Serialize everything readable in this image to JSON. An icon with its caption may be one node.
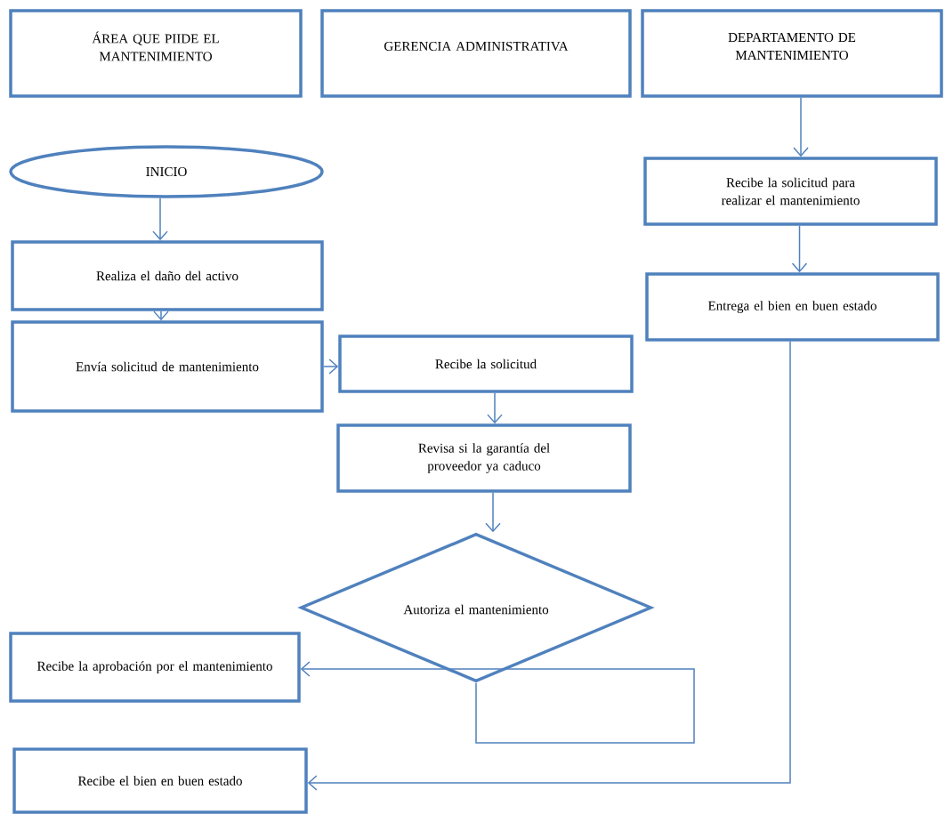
{
  "diagram": {
    "nodes": [
      {
        "text": [
          "ÁREA QUE PIIDE EL MANTENIMIENTO"
        ]
      },
      {
        "text": [
          "GERENCIA ADMINISTRATIVA"
        ]
      },
      {
        "text": [
          "DEPARTAMENTO DE MANTENIMIENTO"
        ]
      },
      {
        "text": [
          "INICIO"
        ]
      },
      {
        "text": [
          "Realiza el daño del activo"
        ]
      },
      {
        "text": [
          "Envía solicitud de mantenimiento"
        ]
      },
      {
        "text": [
          "Recibe la solicitud"
        ]
      },
      {
        "text": [
          "Revisa si la garantía del proveedor ya caduco"
        ]
      },
      {
        "text": [
          "Autoriza el mantenimiento"
        ]
      },
      {
        "text": [
          "Recibe la aprobación por el mantenimiento"
        ]
      },
      {
        "text": [
          "Recibe la solicitud para realizar el mantenimiento"
        ]
      },
      {
        "text": [
          "Entrega el bien en buen estado"
        ]
      },
      {
        "text": [
          "Recibe el bien en buen estado"
        ]
      }
    ],
    "edges": [
      {
        "from": 3,
        "to": 4,
        "arrow": "to"
      },
      {
        "from": 4,
        "to": 5,
        "arrow": "to"
      },
      {
        "from": 5,
        "to": 6,
        "arrow": "to"
      },
      {
        "from": 6,
        "to": 7,
        "arrow": "to"
      },
      {
        "from": 7,
        "to": 8,
        "arrow": "to"
      },
      {
        "from": 8,
        "to": 9,
        "arrow": "to"
      },
      {
        "from": 2,
        "to": 10,
        "arrow": "to"
      },
      {
        "from": 10,
        "to": 11,
        "arrow": "to"
      },
      {
        "from": 11,
        "to": 12,
        "arrow": "to"
      }
    ]
  }
}
